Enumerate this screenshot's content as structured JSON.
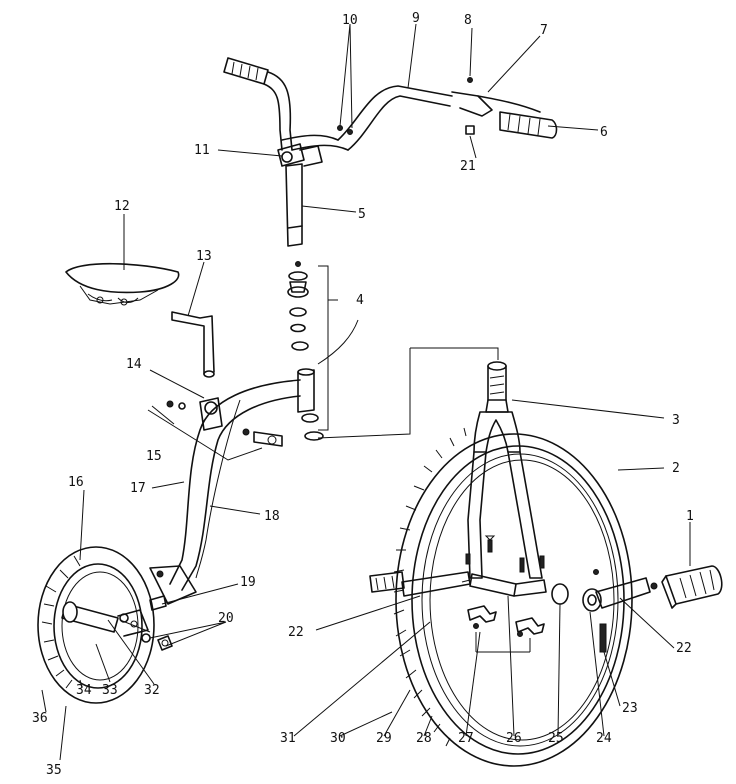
{
  "callouts": [
    {
      "id": "1",
      "text": "1"
    },
    {
      "id": "2",
      "text": "2"
    },
    {
      "id": "3",
      "text": "3"
    },
    {
      "id": "4",
      "text": "4"
    },
    {
      "id": "5",
      "text": "5"
    },
    {
      "id": "6",
      "text": "6"
    },
    {
      "id": "7",
      "text": "7"
    },
    {
      "id": "8",
      "text": "8"
    },
    {
      "id": "9",
      "text": "9"
    },
    {
      "id": "10",
      "text": "10"
    },
    {
      "id": "11",
      "text": "11"
    },
    {
      "id": "12",
      "text": "12"
    },
    {
      "id": "13",
      "text": "13"
    },
    {
      "id": "14",
      "text": "14"
    },
    {
      "id": "15",
      "text": "15"
    },
    {
      "id": "16",
      "text": "16"
    },
    {
      "id": "17",
      "text": "17"
    },
    {
      "id": "18",
      "text": "18"
    },
    {
      "id": "19",
      "text": "19"
    },
    {
      "id": "20",
      "text": "20"
    },
    {
      "id": "21",
      "text": "21"
    },
    {
      "id": "22a",
      "text": "22"
    },
    {
      "id": "22b",
      "text": "22"
    },
    {
      "id": "23",
      "text": "23"
    },
    {
      "id": "24",
      "text": "24"
    },
    {
      "id": "25",
      "text": "25"
    },
    {
      "id": "26",
      "text": "26"
    },
    {
      "id": "27",
      "text": "27"
    },
    {
      "id": "28",
      "text": "28"
    },
    {
      "id": "29",
      "text": "29"
    },
    {
      "id": "30",
      "text": "30"
    },
    {
      "id": "31",
      "text": "31"
    },
    {
      "id": "32",
      "text": "32"
    },
    {
      "id": "33",
      "text": "33"
    },
    {
      "id": "34",
      "text": "34"
    },
    {
      "id": "35",
      "text": "35"
    },
    {
      "id": "36",
      "text": "36"
    }
  ]
}
